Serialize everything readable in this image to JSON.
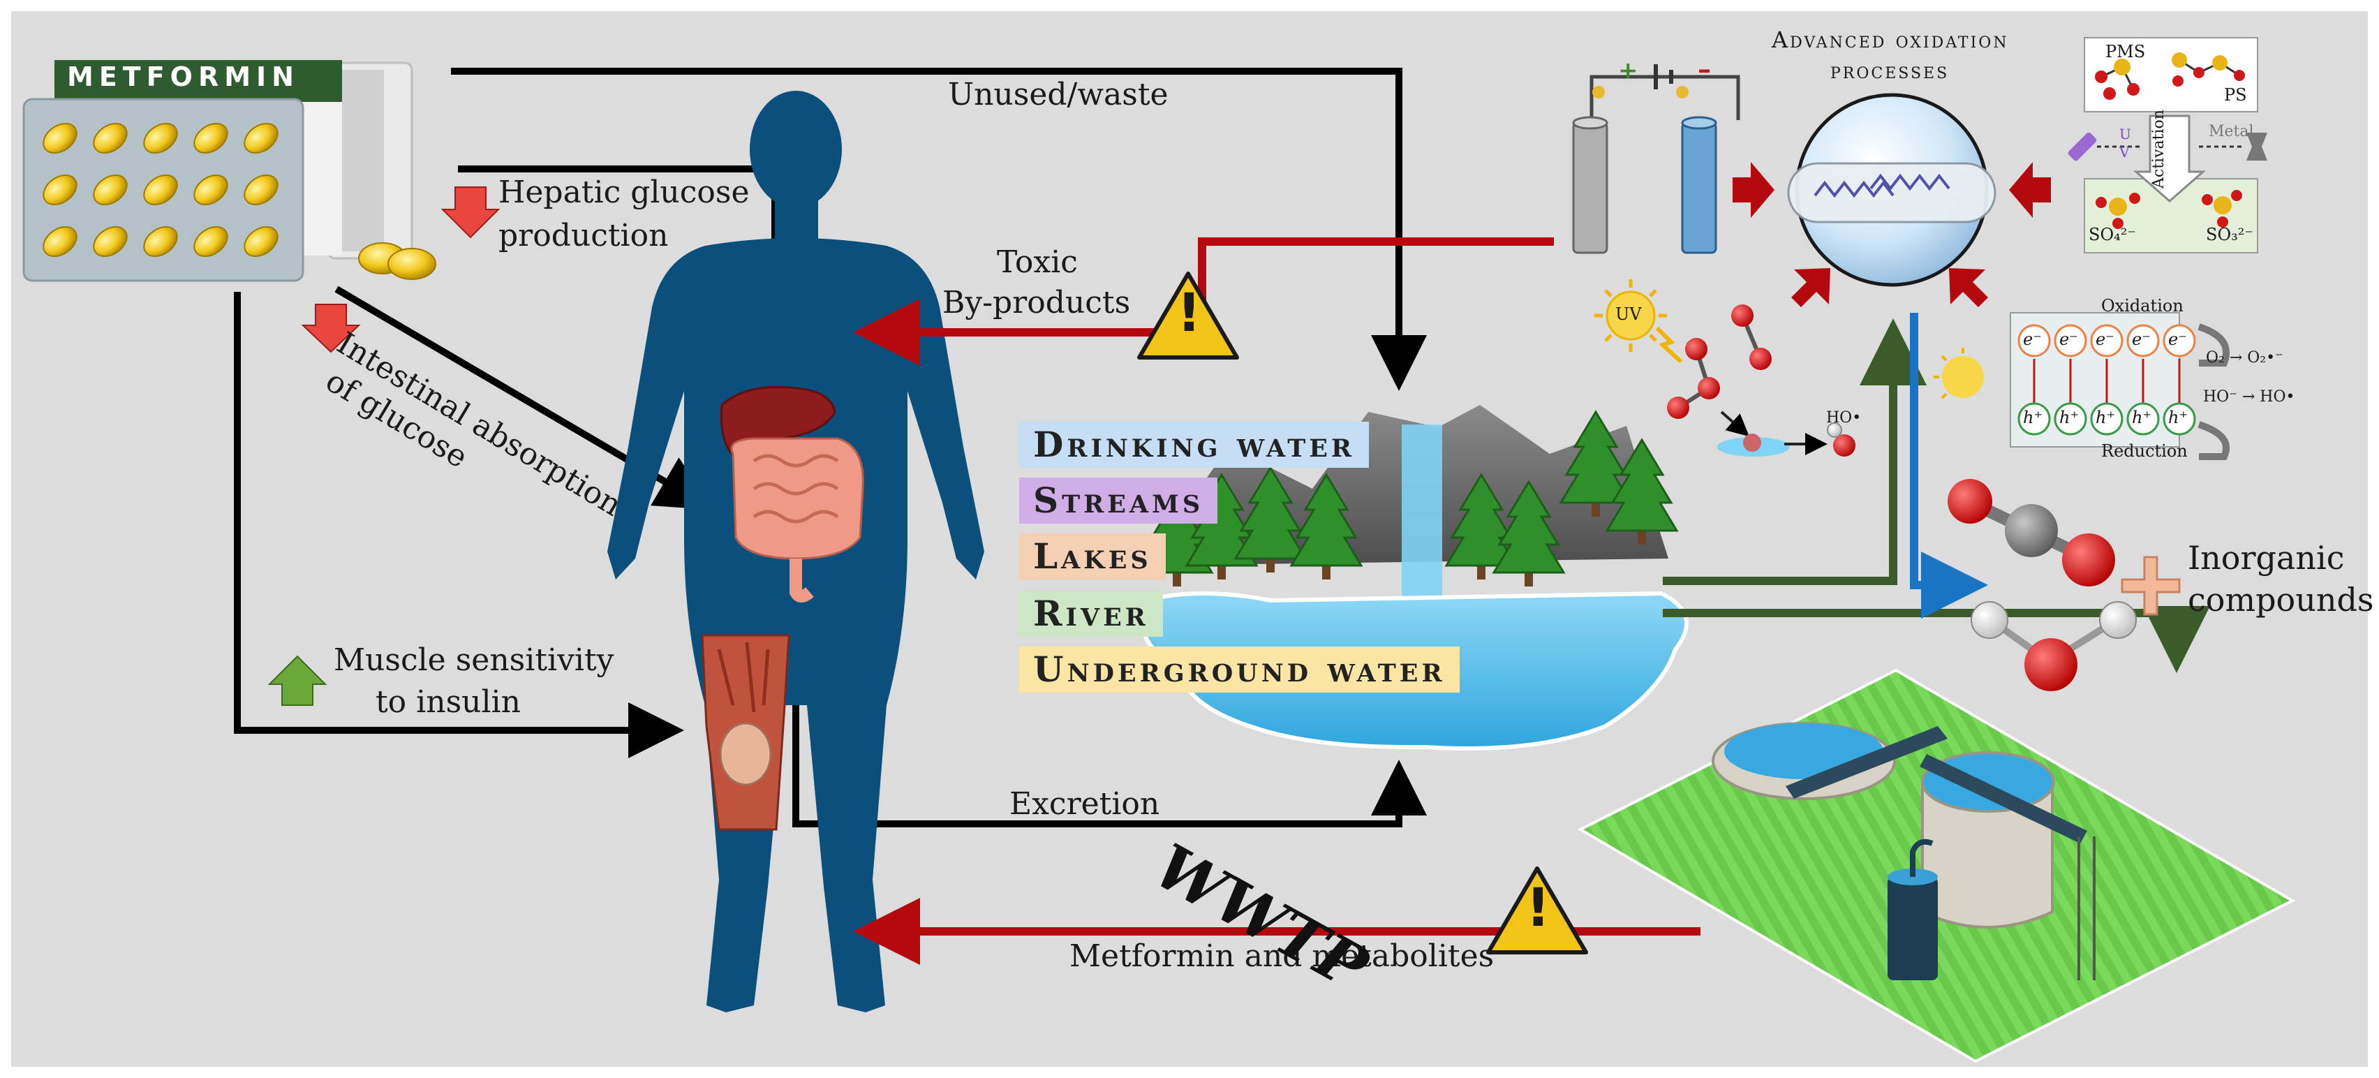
{
  "colors": {
    "background": "#dcdcdc",
    "body_silhouette": "#0b4f7c",
    "arrow_black": "#000000",
    "arrow_red": "#b3090f",
    "arrow_green": "#3a5a2a",
    "arrow_blue": "#1a74c4",
    "wwtp_ground": "#7ad95a",
    "warning_yellow": "#f2c418"
  },
  "metformin": {
    "pack_label": "METFORMIN"
  },
  "effects": {
    "hepatic": "Hepatic glucose production",
    "hepatic_line1": "Hepatic glucose",
    "hepatic_line2": "production",
    "intestinal_line1": "Intestinal absorption",
    "intestinal_line2": "of glucose",
    "muscle_line1": "Muscle sensitivity",
    "muscle_line2": "to insulin"
  },
  "flows": {
    "unused": "Unused/waste",
    "toxic_line1": "Toxic",
    "toxic_line2": "By-products",
    "excretion": "Excretion",
    "metabolites": "Metformin and metabolites"
  },
  "water_bodies": [
    {
      "label": "Drinking water",
      "color": "#c6def4"
    },
    {
      "label": "Streams",
      "color": "#cfaee8"
    },
    {
      "label": "Lakes",
      "color": "#f4cfb4"
    },
    {
      "label": "River",
      "color": "#cfe6c4"
    },
    {
      "label": "Underground water",
      "color": "#fbe5a4"
    }
  ],
  "aop": {
    "title_line1": "Advanced oxidation",
    "title_line2": "processes",
    "pms": "PMS",
    "ps": "PS",
    "activation": "Activation",
    "metal": "Metal",
    "uv_u": "U",
    "uv_v": "V",
    "sulfate": "SO₄²⁻",
    "sulfite": "SO₃²⁻",
    "uv_sun": "UV",
    "hydroxyl": "HO•",
    "oxidation": "Oxidation",
    "reduction": "Reduction",
    "electron": "e⁻",
    "hole": "h⁺",
    "o2_reaction": "O₂ → O₂•⁻",
    "ho_reaction": "HO⁻ → HO•"
  },
  "products": {
    "inorganic_line1": "Inorganic",
    "inorganic_line2": "compounds"
  },
  "wwtp": {
    "label": "WWTP"
  },
  "warning": {
    "glyph": "!"
  }
}
